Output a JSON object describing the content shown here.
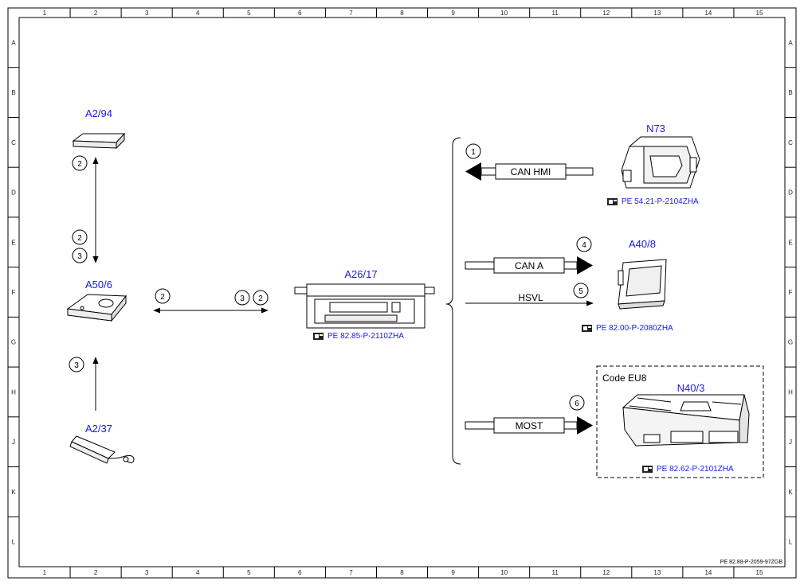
{
  "frame": {
    "columns": [
      "1",
      "2",
      "3",
      "4",
      "5",
      "6",
      "7",
      "8",
      "9",
      "10",
      "11",
      "12",
      "13",
      "14",
      "15"
    ],
    "rows": [
      "A",
      "B",
      "C",
      "D",
      "E",
      "F",
      "G",
      "H",
      "J",
      "K",
      "L"
    ],
    "document_id": "PE 82.88-P-2059-97ZGB"
  },
  "components": {
    "a2_94": "A2/94",
    "a50_6": "A50/6",
    "a2_37": "A2/37",
    "a26_17": "A26/17",
    "n73": "N73",
    "a40_8": "A40/8",
    "n40_3": "N40/3"
  },
  "references": {
    "a26_17": "PE 82.85-P-2110ZHA",
    "n73": "PE 54.21-P-2104ZHA",
    "a40_8": "PE 82.00-P-2080ZHA",
    "n40_3": "PE 82.62-P-2101ZHA"
  },
  "buses": {
    "can_hmi": "CAN HMI",
    "can_a": "CAN A",
    "hsvl": "HSVL",
    "most": "MOST"
  },
  "callouts": {
    "c1": "1",
    "c2": "2",
    "c3": "3",
    "c4": "4",
    "c5": "5",
    "c6": "6"
  },
  "code_box": {
    "label": "Code EU8"
  },
  "colors": {
    "label_blue": "#1a1ae6",
    "line": "#000000"
  },
  "icons": {
    "reference": "pointing-hand-icon"
  }
}
